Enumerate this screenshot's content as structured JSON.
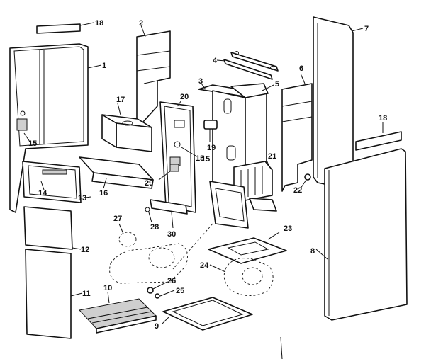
{
  "callouts": {
    "c1": "1",
    "c2": "2",
    "c3": "3",
    "c4": "4",
    "c5": "5",
    "c6": "6",
    "c7": "7",
    "c8": "8",
    "c9": "9",
    "c10": "10",
    "c11": "11",
    "c12": "12",
    "c13": "13",
    "c14": "14",
    "c15a": "15",
    "c15b": "15",
    "c15c": "15",
    "c16": "16",
    "c17": "17",
    "c18a": "18",
    "c18b": "18",
    "c19": "19",
    "c20": "20",
    "c21": "21",
    "c22": "22",
    "c23": "23",
    "c24": "24",
    "c25": "25",
    "c26": "26",
    "c27": "27",
    "c28": "28",
    "c29": "29",
    "c30": "30"
  }
}
